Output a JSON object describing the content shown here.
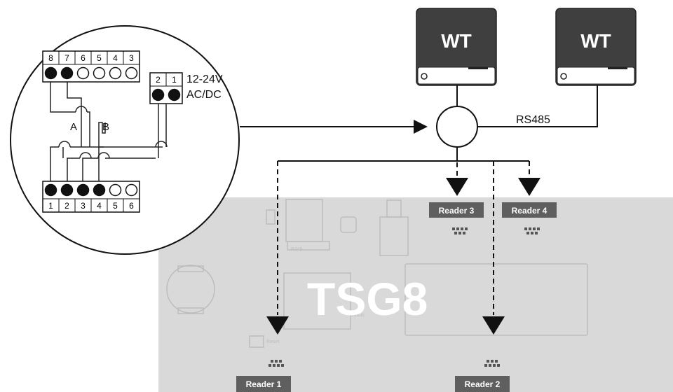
{
  "board": {
    "name": "TSG8",
    "small_labels": [
      "RJ45",
      "Reset",
      "Status"
    ]
  },
  "devices": [
    {
      "label": "WT"
    },
    {
      "label": "WT"
    }
  ],
  "bus": {
    "label": "RS485"
  },
  "readers": [
    {
      "label": "Reader 1"
    },
    {
      "label": "Reader 2"
    },
    {
      "label": "Reader 3"
    },
    {
      "label": "Reader 4"
    }
  ],
  "connector": {
    "top_pins": [
      "8",
      "7",
      "6",
      "5",
      "4",
      "3"
    ],
    "top_filled": [
      true,
      true,
      false,
      false,
      false,
      false
    ],
    "power_pins": [
      "2",
      "1"
    ],
    "power_filled": [
      true,
      true
    ],
    "bottom_pins": [
      "1",
      "2",
      "3",
      "4",
      "5",
      "6"
    ],
    "bottom_filled": [
      true,
      true,
      true,
      true,
      false,
      false
    ],
    "power_label_line1": "12-24V",
    "power_label_line2": "AC/DC",
    "wire_label_a": "A",
    "wire_label_b": "B"
  }
}
